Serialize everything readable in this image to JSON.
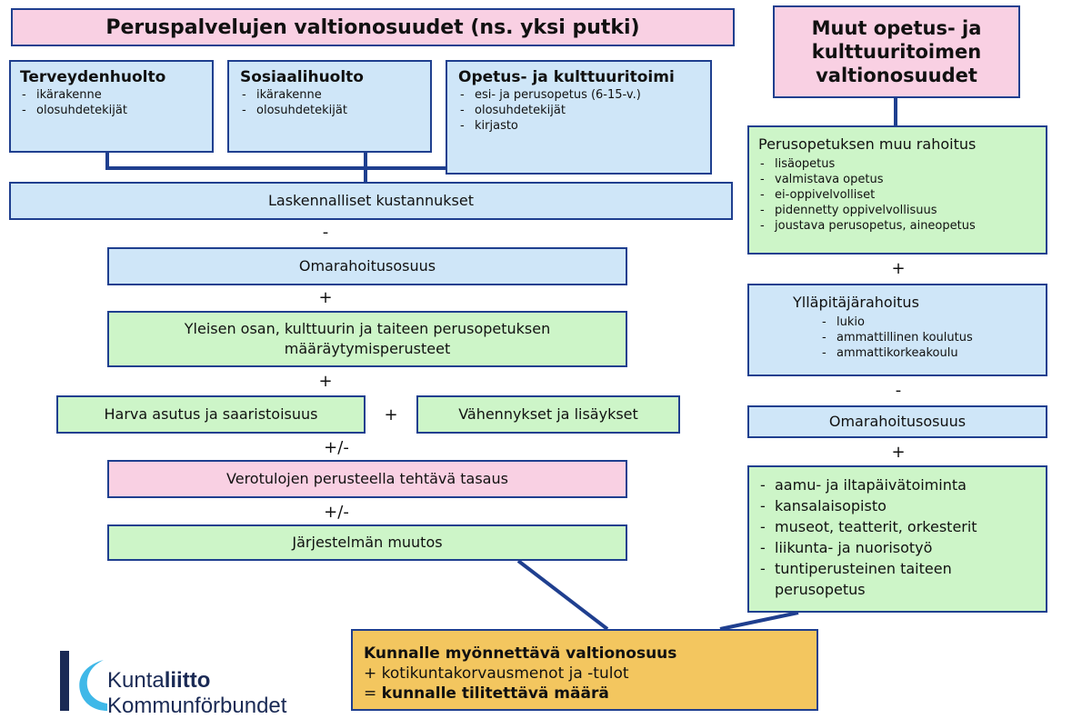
{
  "title": "Peruspalvelujen valtionosuudet (ns. yksi putki)",
  "other_title": "Muut opetus- ja kulttuuritoimen valtionosuudet",
  "sectors": [
    {
      "title": "Terveydenhuolto",
      "items": [
        "ikärakenne",
        "olosuhdetekijät"
      ]
    },
    {
      "title": "Sosiaalihuolto",
      "items": [
        "ikärakenne",
        "olosuhdetekijät"
      ]
    },
    {
      "title": "Opetus- ja kulttuuritoimi",
      "items": [
        "esi- ja perusopetus (6-15-v.)",
        "olosuhdetekijät",
        "kirjasto"
      ]
    }
  ],
  "laskennalliset": "Laskennalliset kustannukset",
  "op_minus": "-",
  "op_plus": "+",
  "op_plusminus": "+/-",
  "omarahoitus": "Omarahoitusosuus",
  "yleinen_osa": "Yleisen osan, kulttuurin ja taiteen perusopetuksen määräytymisperusteet",
  "harva_asutus": "Harva asutus ja saaristoisuus",
  "vahennykset": "Vähennykset ja lisäykset",
  "verotulo": "Verotulojen perusteella tehtävä tasaus",
  "jarjestelma": "Järjestelmän muutos",
  "perusopetus_muu": {
    "title": "Perusopetuksen muu rahoitus",
    "items": [
      "lisäopetus",
      "valmistava opetus",
      "ei-oppivelvolliset",
      "pidennetty oppivelvollisuus",
      "joustava perusopetus, aineopetus"
    ]
  },
  "yllapitaja": {
    "title": "Ylläpitäjärahoitus",
    "items": [
      "lukio",
      "ammattillinen koulutus",
      "ammattikorkeakoulu"
    ]
  },
  "right_omarahoitus": "Omarahoitusosuus",
  "muut_toiminnot": [
    "aamu- ja iltapäivätoiminta",
    "kansalaisopisto",
    "museot, teatterit, orkesterit",
    "liikunta- ja nuorisotyö",
    "tuntiperusteinen taiteen perusopetus"
  ],
  "result": {
    "line1": "Kunnalle myönnettävä valtionosuus",
    "line2": "+ kotikuntakorvausmenot ja -tulot",
    "line3_prefix": "=",
    "line3": "kunnalle tilitettävä määrä"
  },
  "logo": {
    "line1_a": "Kunta",
    "line1_b": "liitto",
    "line2": "Kommunförbundet"
  },
  "colors": {
    "border": "#1f3f8f",
    "pink": "#f9d0e3",
    "blue": "#cfe6f8",
    "green": "#cdf5c8",
    "gold": "#f3c65f"
  }
}
